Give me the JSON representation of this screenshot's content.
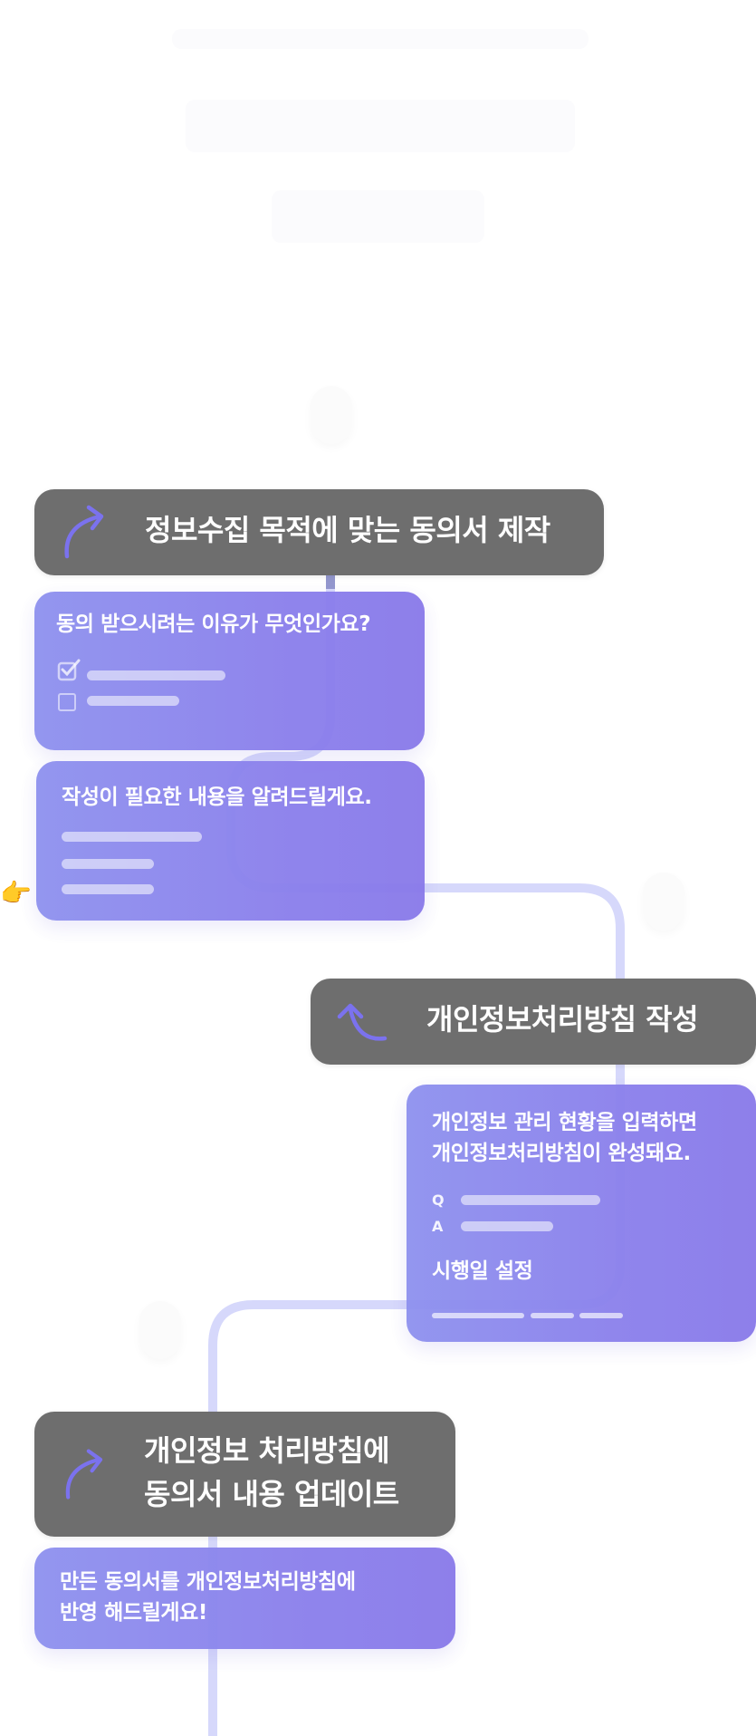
{
  "steps": [
    {
      "title": "정보수집 목적에 맞는 동의서 제작",
      "card_question": "동의 받으시려는 이유가 무엇인가요?"
    },
    {
      "card_question": "작성이 필요한 내용을 알려드릴게요."
    },
    {
      "title": "개인정보처리방침 작성",
      "card_text_line1": "개인정보 관리 현황을 입력하면",
      "card_text_line2": "개인정보처리방침이 완성돼요.",
      "q_label": "Q",
      "a_label": "A",
      "date_label": "시행일 설정"
    },
    {
      "title_line1": "개인정보 처리방침에",
      "title_line2": "동의서 내용 업데이트",
      "card_text_line1": "만든 동의서를 개인정보처리방침에",
      "card_text_line2": "반영 해드릴게요!"
    }
  ],
  "icons": {
    "arrow": "curved-arrow-icon",
    "checkbox_checked": "checkbox-checked-icon",
    "checkbox_empty": "checkbox-empty-icon",
    "pointer_hand": "pointing-hand-icon",
    "pin": "location-pin-icon"
  },
  "colors": {
    "pill_gray": "#6e6e6e",
    "card_purple": "#8b7fec",
    "accent_arrow": "#7b72ee",
    "connector": "#d6d8fb"
  }
}
